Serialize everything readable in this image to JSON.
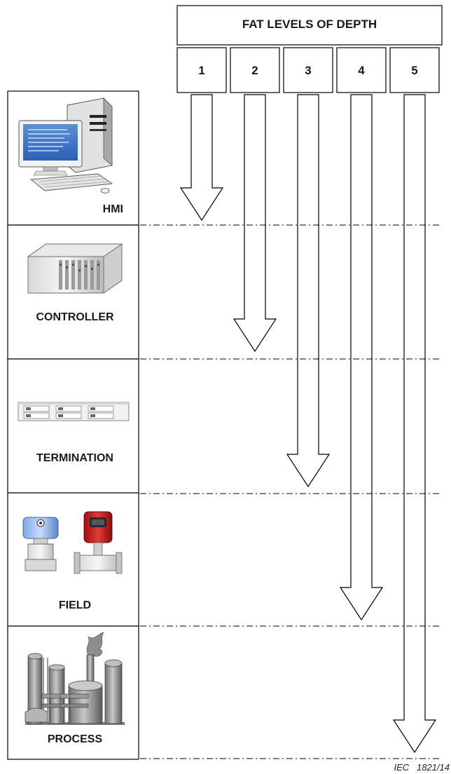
{
  "header": {
    "title": "FAT LEVELS OF DEPTH"
  },
  "levels": [
    {
      "label": "1",
      "ends_at_layer": "HMI"
    },
    {
      "label": "2",
      "ends_at_layer": "CONTROLLER"
    },
    {
      "label": "3",
      "ends_at_layer": "TERMINATION"
    },
    {
      "label": "4",
      "ends_at_layer": "FIELD"
    },
    {
      "label": "5",
      "ends_at_layer": "PROCESS"
    }
  ],
  "layers": [
    {
      "label": "HMI",
      "icon": "computer-icon"
    },
    {
      "label": "CONTROLLER",
      "icon": "controller-rack-icon"
    },
    {
      "label": "TERMINATION",
      "icon": "termination-panel-icon"
    },
    {
      "label": "FIELD",
      "icon": "field-instruments-icon"
    },
    {
      "label": "PROCESS",
      "icon": "process-plant-icon"
    }
  ],
  "source_tag": "IEC   1821/14"
}
